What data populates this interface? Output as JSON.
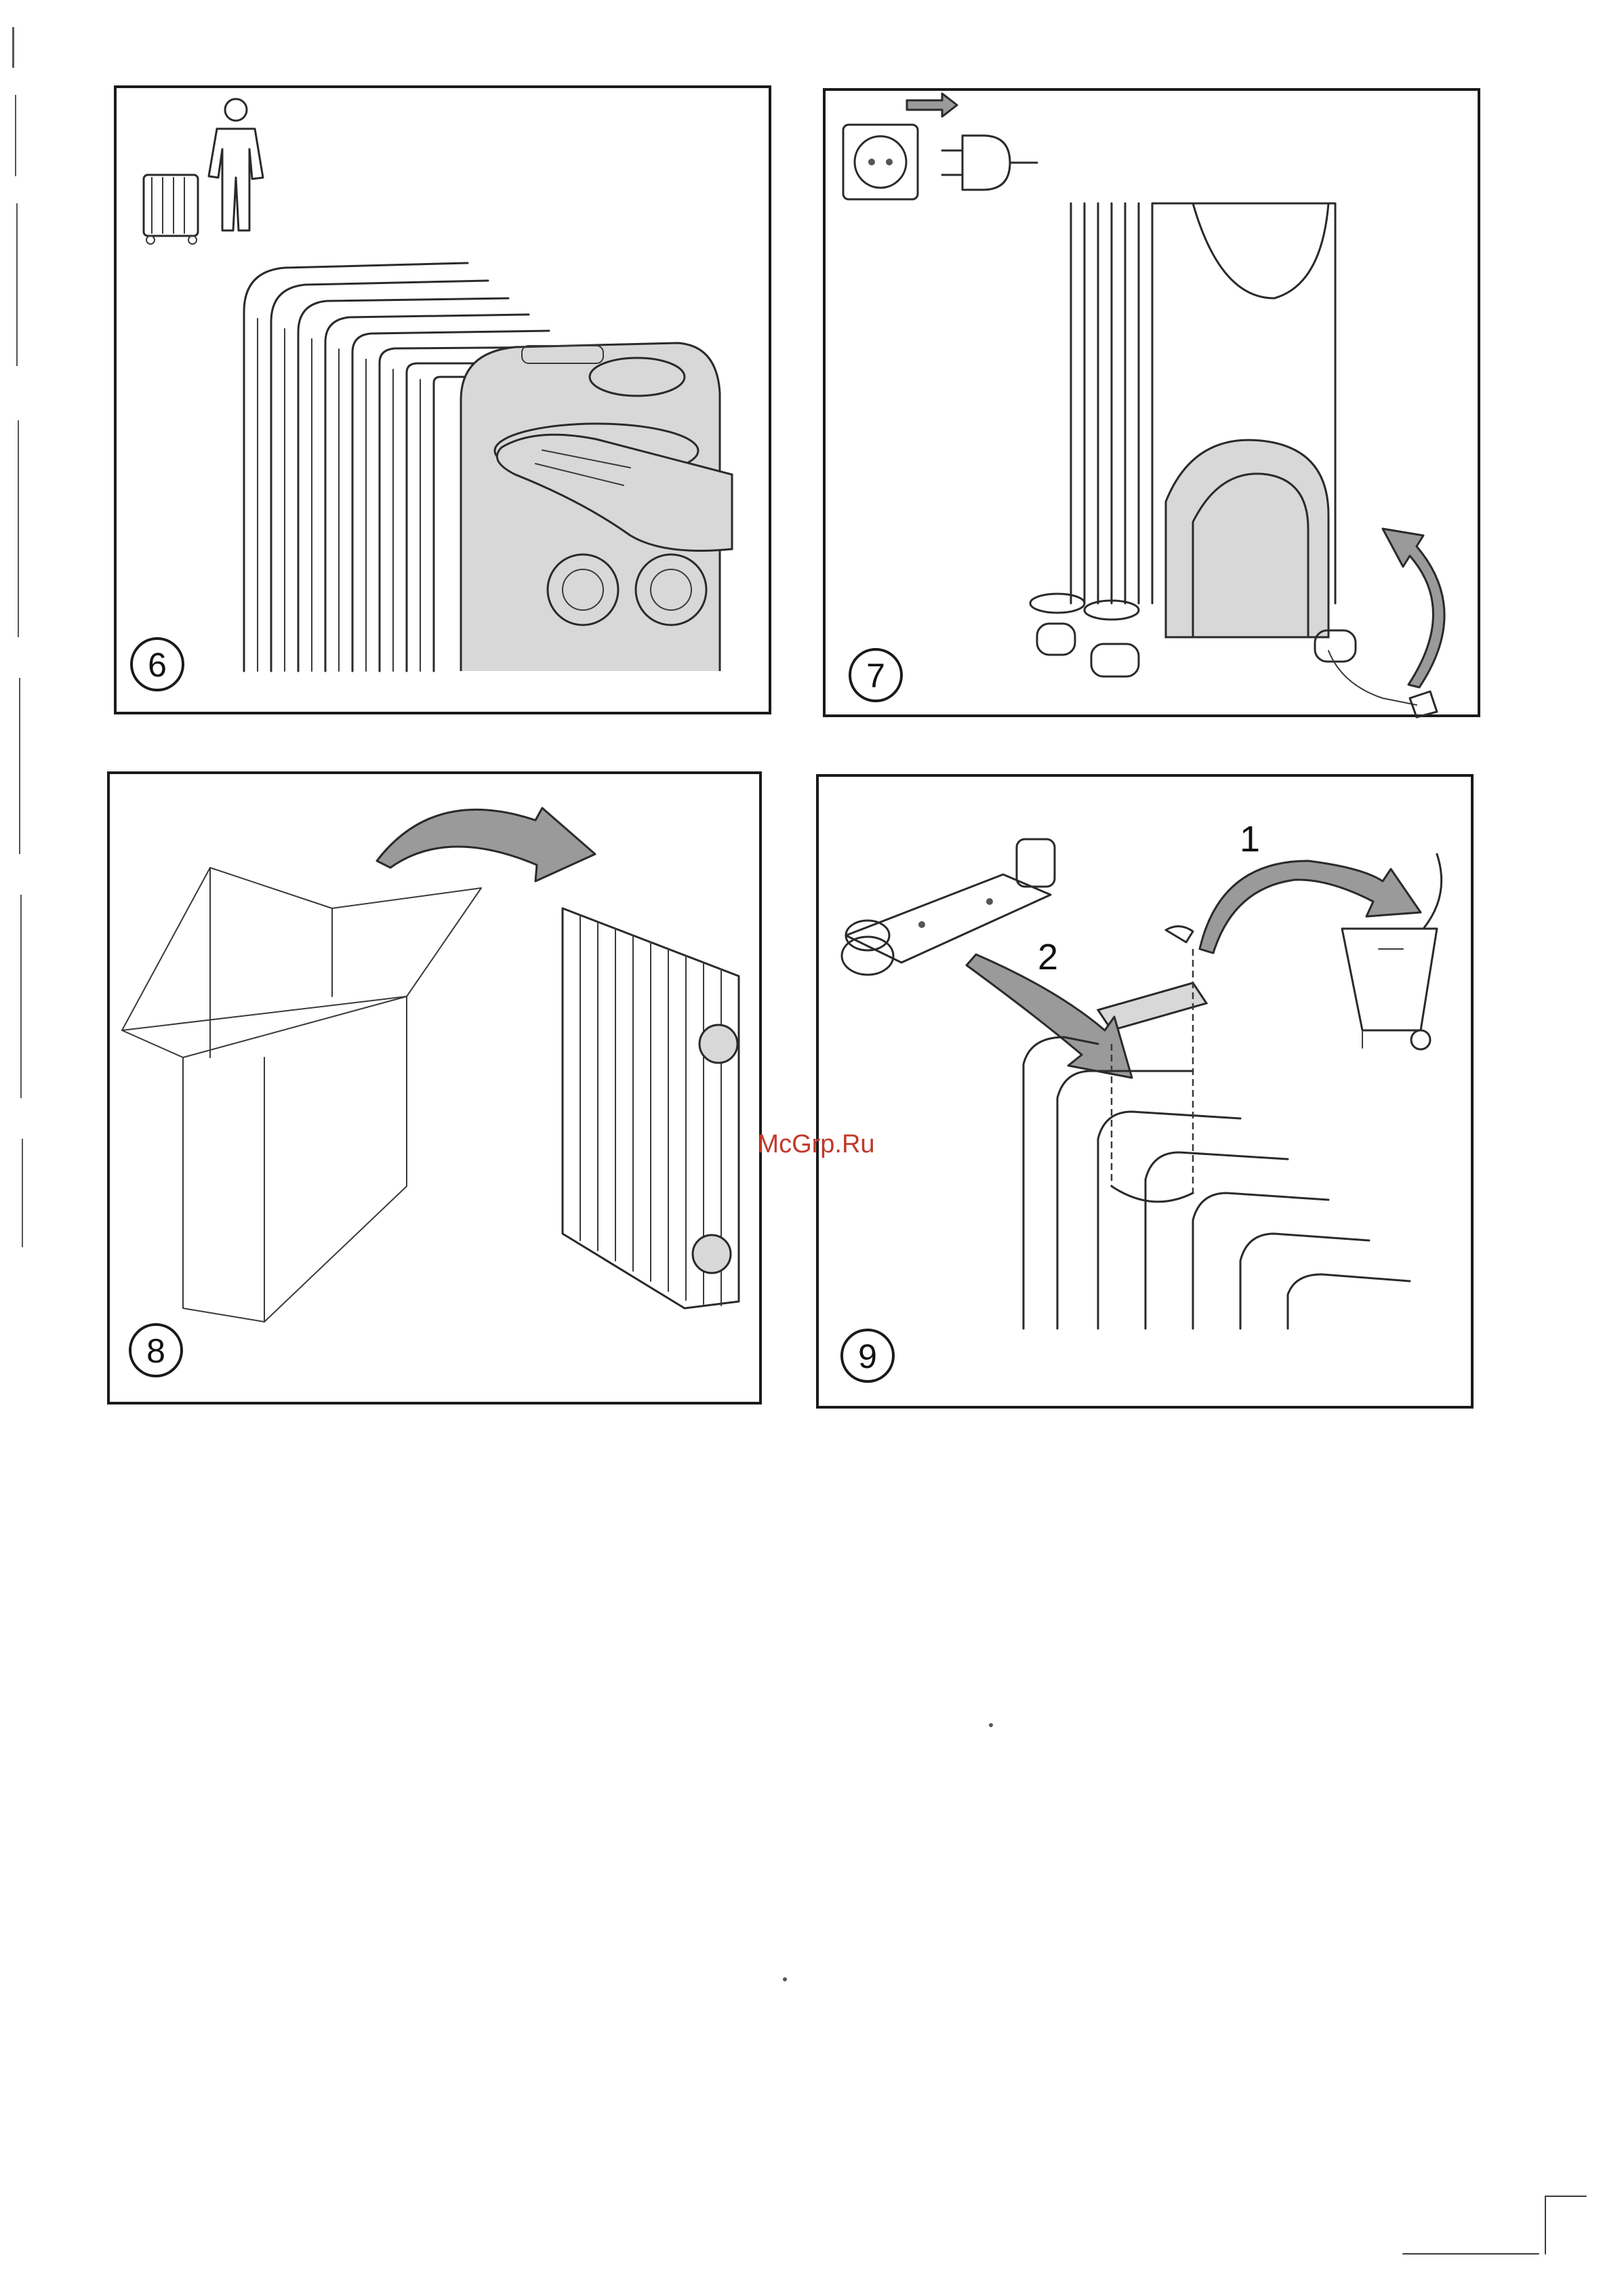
{
  "panels": [
    {
      "step": "6",
      "topic": "heater-handle"
    },
    {
      "step": "7",
      "topic": "unplug-cord"
    },
    {
      "step": "8",
      "topic": "box-packaging"
    },
    {
      "step": "9",
      "topic": "feet-assembly"
    }
  ],
  "panel9": {
    "order_labels": [
      "1",
      "2"
    ]
  },
  "watermark": "McGrp.Ru",
  "colors": {
    "frame": "#1a1a1a",
    "arrow": "#9a9a9a",
    "watermark": "#c0392b"
  }
}
